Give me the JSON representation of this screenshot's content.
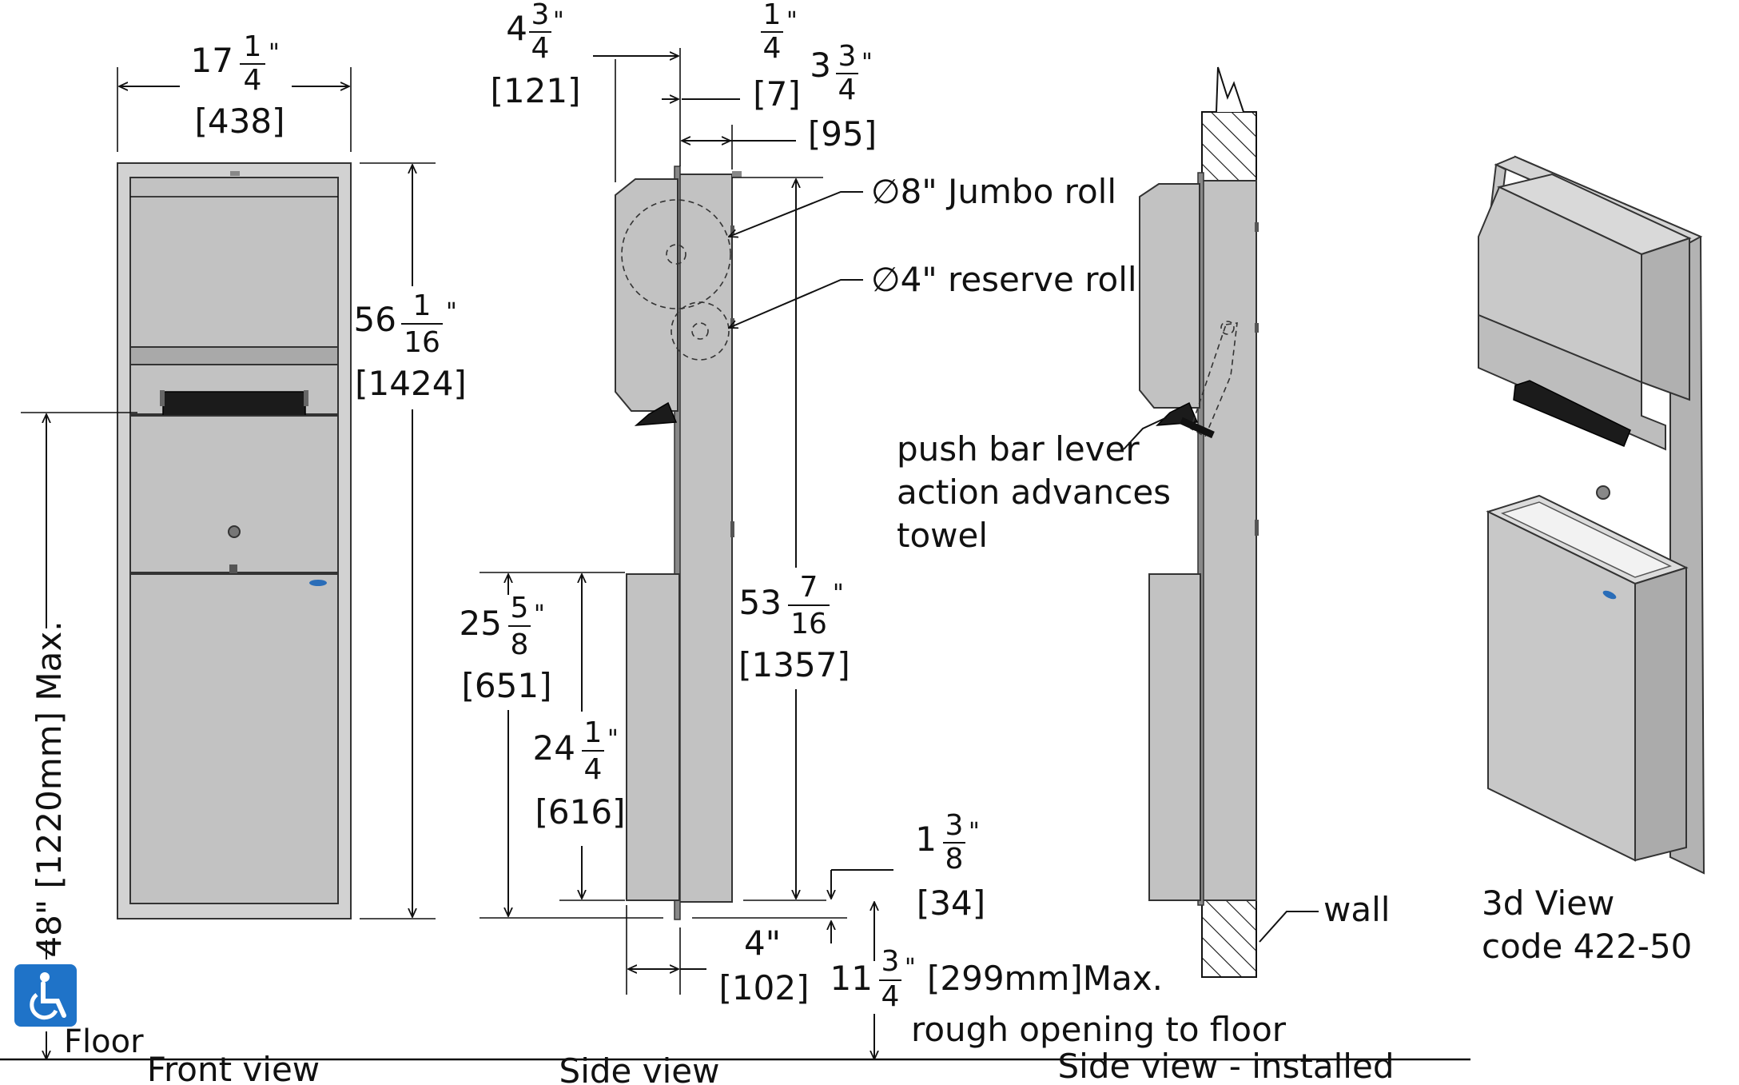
{
  "views": {
    "front": {
      "caption": "Front view"
    },
    "side": {
      "caption": "Side view"
    },
    "installed": {
      "caption": "Side view - installed"
    },
    "three_d": {
      "caption_line1": "3d View",
      "caption_line2": "code 422-50"
    }
  },
  "dimensions": {
    "width_whole": "17",
    "width_num": "1",
    "width_den": "4",
    "width_unit": "\"",
    "width_mm": "[438]",
    "height_whole": "56",
    "height_num": "1",
    "height_den": "16",
    "height_unit": "\"",
    "height_mm": "[1424]",
    "depth_whole": "4",
    "depth_num": "3",
    "depth_den": "4",
    "depth_unit": "\"",
    "depth_mm": "[121]",
    "flange_num": "1",
    "flange_den": "4",
    "flange_unit": "\"",
    "flange_mm": "[7]",
    "recess_whole": "3",
    "recess_num": "3",
    "recess_den": "4",
    "recess_unit": "\"",
    "recess_mm": "[95]",
    "bin_top_whole": "25",
    "bin_top_num": "5",
    "bin_top_den": "8",
    "bin_top_unit": "\"",
    "bin_top_mm": "[651]",
    "bin_h_whole": "24",
    "bin_h_num": "1",
    "bin_h_den": "4",
    "bin_h_unit": "\"",
    "bin_h_mm": "[616]",
    "rough_h_whole": "53",
    "rough_h_num": "7",
    "rough_h_den": "16",
    "rough_h_unit": "\"",
    "rough_h_mm": "[1357]",
    "bottom_whole": "1",
    "bottom_num": "3",
    "bottom_den": "8",
    "bottom_unit": "\"",
    "bottom_mm": "[34]",
    "bin_depth": "4\"",
    "bin_depth_mm": "[102]",
    "floor_whole": "11",
    "floor_num": "3",
    "floor_den": "4",
    "floor_unit": "\"",
    "floor_mm": "[299mm]Max.",
    "floor_note": "rough opening to floor",
    "reach_height": "48\" [1220mm] Max."
  },
  "callouts": {
    "jumbo_roll": "8\" Jumbo roll",
    "reserve_roll": "4\" reserve roll",
    "push_bar_line1": "push bar lever",
    "push_bar_line2": "action advances",
    "push_bar_line3": "towel",
    "wall": "wall",
    "floor": "Floor",
    "diameter_symbol": "∅"
  },
  "colors": {
    "steel": "#c2c2c2",
    "accessibility_blue": "#1f73c8",
    "ink": "#111111"
  },
  "icons": [
    "accessibility-icon"
  ]
}
